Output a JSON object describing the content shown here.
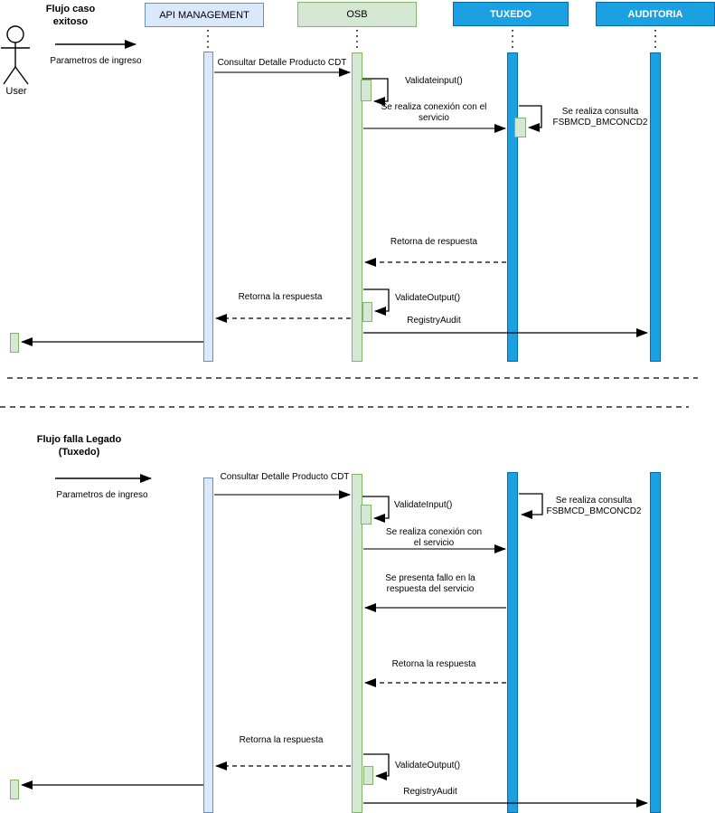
{
  "actors": {
    "user_label": "User",
    "api": "API MANAGEMENT",
    "osb": "OSB",
    "tuxedo": "TUXEDO",
    "auditoria": "AUDITORIA"
  },
  "colors": {
    "light_blue_fill": "#dae8fc",
    "light_blue_stroke": "#6c8ebf",
    "light_green_fill": "#d5e8d4",
    "light_green_stroke": "#82b366",
    "blue_fill": "#1ba1e2",
    "blue_stroke": "#006eaf"
  },
  "s1": {
    "title": "Flujo caso exitoso",
    "trigger": "Parametros de ingreso",
    "msg": {
      "consultar": "Consultar Detalle Producto CDT",
      "validate_input": "Validateinput()",
      "conexion": "Se realiza conexión con el servicio",
      "consulta_legacy": "Se realiza consulta FSBMCD_BMCONCD2",
      "retorna_respuesta": "Retorna de respuesta",
      "validate_output": "ValidateOutput()",
      "retorna_la_respuesta": "Retorna la respuesta",
      "registry_audit": "RegistryAudit"
    }
  },
  "s2": {
    "title": "Flujo falla Legado (Tuxedo)",
    "trigger": "Parametros de ingreso",
    "msg": {
      "consultar": "Consultar Detalle Producto CDT",
      "validate_input": "ValidateInput()",
      "conexion": "Se realiza conexión con el servicio",
      "consulta_legacy": "Se realiza consulta FSBMCD_BMCONCD2",
      "fallo": "Se presenta fallo en la respuesta del servicio",
      "retorna_tuxedo": "Retorna la respuesta",
      "retorna_api": "Retorna la respuesta",
      "validate_output": "ValidateOutput()",
      "registry_audit": "RegistryAudit"
    }
  }
}
